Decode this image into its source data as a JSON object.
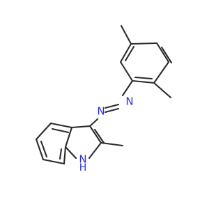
{
  "molecule": {
    "atom_labels": {
      "azo_n1": "N",
      "azo_n2": "N",
      "indole_n": "N",
      "indole_h": "H"
    },
    "colors": {
      "bond": "#2b2b2b",
      "nitrogen": "#2b32d8",
      "background": "#ffffff"
    }
  }
}
